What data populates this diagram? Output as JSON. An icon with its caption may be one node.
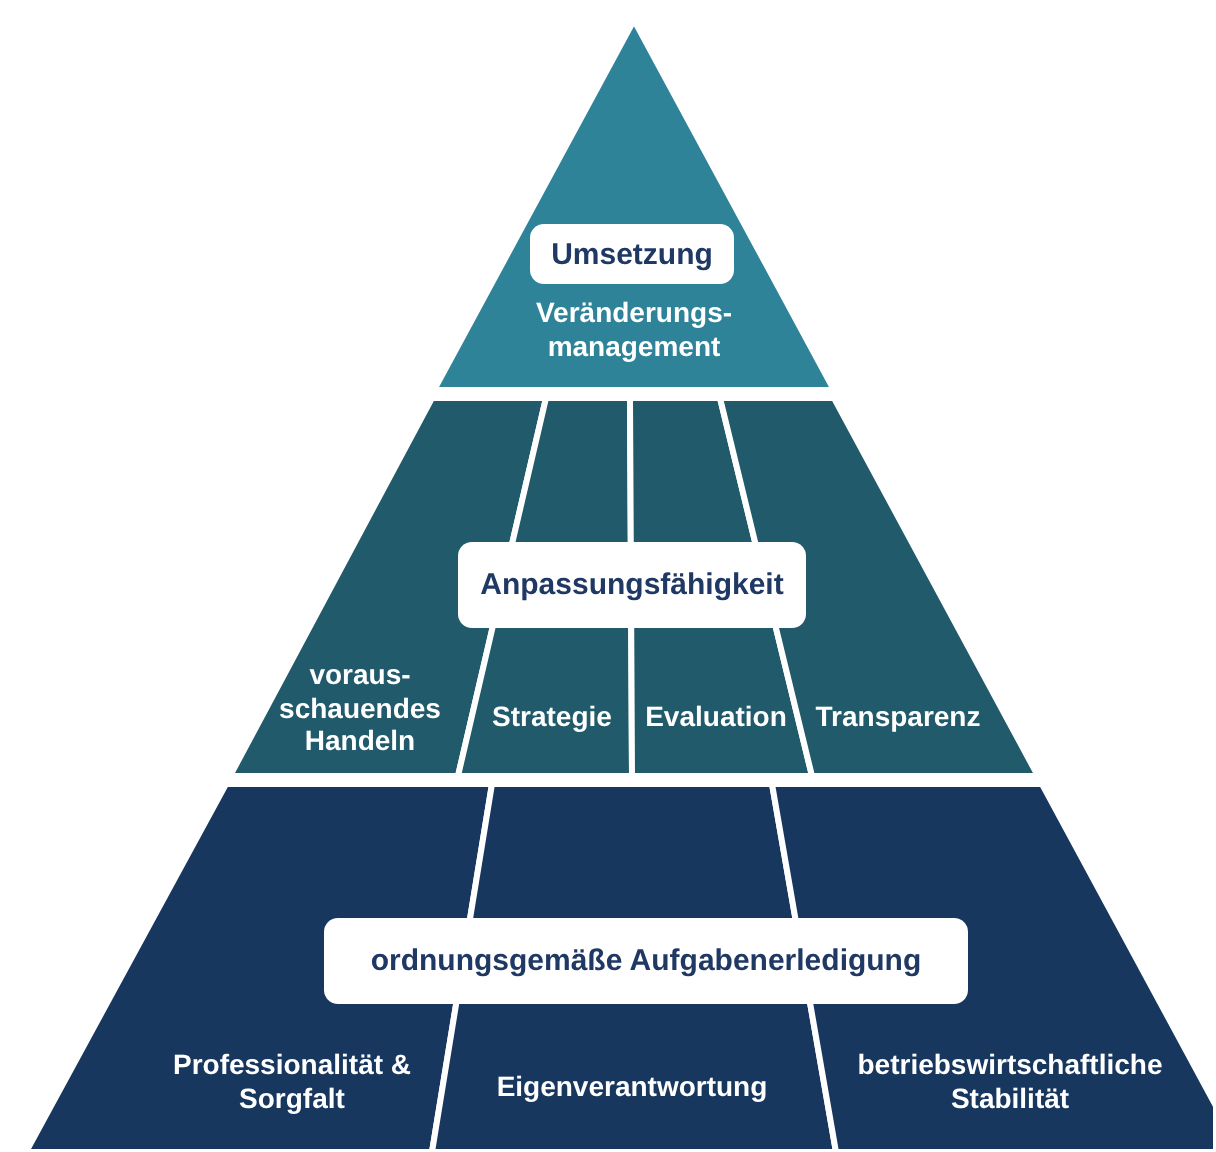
{
  "diagram": {
    "nodes": [
      {
        "text": [
          "Veränderungs- management"
        ]
      },
      {
        "text": [
          "Umsetzung"
        ],
        "in": 0
      },
      {
        "text": [
          "Anpassungsfähigkeit"
        ]
      },
      {
        "text": [
          "voraus- schauendes Handeln"
        ]
      },
      {
        "text": [
          "Strategie"
        ]
      },
      {
        "text": [
          "Evaluation"
        ]
      },
      {
        "text": [
          "Transparenz"
        ]
      },
      {
        "text": [
          "ordnungsgemäße Aufgabenerledigung"
        ]
      },
      {
        "text": [
          "Professionalität & Sorgfalt"
        ]
      },
      {
        "text": [
          "Eigenverantwortung"
        ]
      },
      {
        "text": [
          "betriebswirtschaftliche Stabilität"
        ]
      }
    ]
  }
}
